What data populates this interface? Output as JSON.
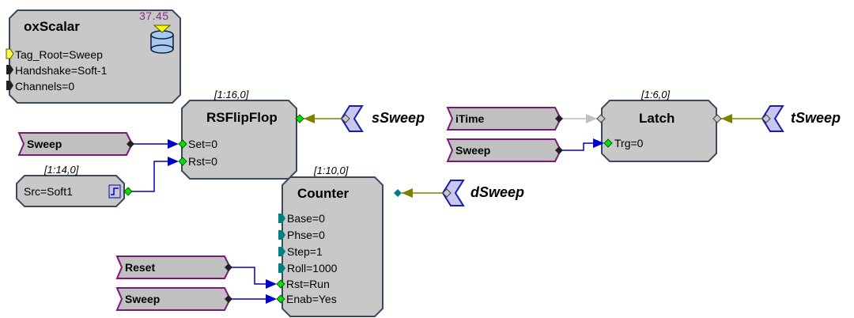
{
  "blocks": {
    "ox_scalar": {
      "title": "oxScalar",
      "value": "37.45",
      "params": [
        "Tag_Root=Sweep",
        "Handshake=Soft-1",
        "Channels=0"
      ]
    },
    "rs_flipflop": {
      "title": "RSFlipFlop",
      "index": "[1:16,0]",
      "ports": [
        "Set=0",
        "Rst=0"
      ]
    },
    "trigger": {
      "index": "[1:14,0]",
      "label": "Src=Soft1"
    },
    "counter": {
      "title": "Counter",
      "index": "[1:10,0]",
      "ports": [
        "Base=0",
        "Phse=0",
        "Step=1",
        "Roll=1000",
        "Rst=Run",
        "Enab=Yes"
      ]
    },
    "latch": {
      "title": "Latch",
      "index": "[1:6,0]",
      "ports": [
        "Trg=0"
      ]
    }
  },
  "tags": {
    "sweep_left": "Sweep",
    "itime": "iTime",
    "sweep_latch": "Sweep",
    "reset": "Reset",
    "sweep_bottom": "Sweep"
  },
  "outputs": {
    "s_sweep": "sSweep",
    "t_sweep": "tSweep",
    "d_sweep": "dSweep"
  },
  "colors": {
    "block_fill": "#c8c8c8",
    "block_stroke": "#3a4a5c",
    "tag_fill": "#c0c0c0",
    "tag_stroke": "#7a1a7a",
    "output_stroke": "#1a1ab4",
    "output_fill": "#c8c8ee",
    "wire_blue": "#0000c8",
    "wire_olive": "#808000",
    "wire_gray": "#c0c0c0",
    "port_green": "#00e000",
    "port_teal": "#008080",
    "port_dark": "#202020",
    "value_purple": "#8a2a8a",
    "cylinder_fill": "#a8c8ee",
    "cone_yellow": "#ffff00"
  }
}
